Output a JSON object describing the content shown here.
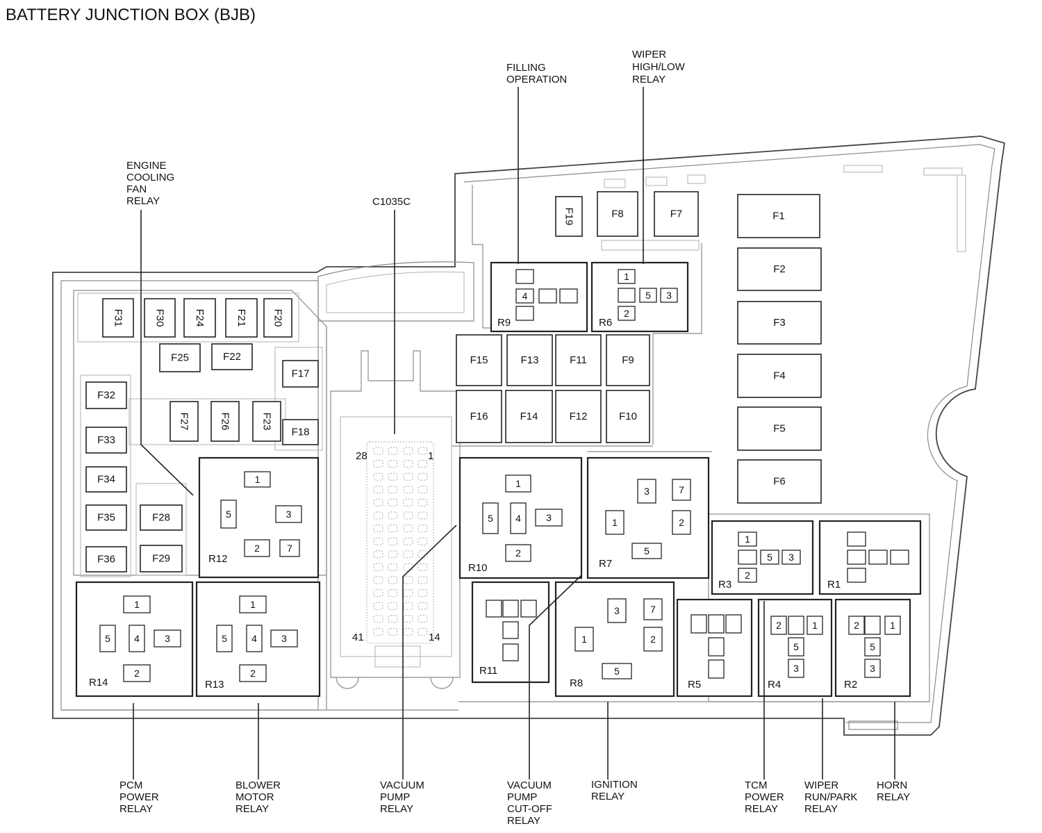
{
  "title": "BATTERY JUNCTION BOX (BJB)",
  "callouts": {
    "engine_cooling_fan_relay": [
      "ENGINE",
      "COOLING",
      "FAN",
      "RELAY"
    ],
    "c1035c": [
      "C1035C"
    ],
    "filling_operation": [
      "FILLING",
      "OPERATION"
    ],
    "wiper_high_low_relay": [
      "WIPER",
      "HIGH/LOW",
      "RELAY"
    ],
    "pcm_power_relay": [
      "PCM",
      "POWER",
      "RELAY"
    ],
    "blower_motor_relay": [
      "BLOWER",
      "MOTOR",
      "RELAY"
    ],
    "vacuum_pump_relay": [
      "VACUUM",
      "PUMP",
      "RELAY"
    ],
    "vacuum_pump_cut_off_relay": [
      "VACUUM",
      "PUMP",
      "CUT-OFF",
      "RELAY"
    ],
    "ignition_relay": [
      "IGNITION",
      "RELAY"
    ],
    "tcm_power_relay": [
      "TCM",
      "POWER",
      "RELAY"
    ],
    "wiper_run_park_relay": [
      "WIPER",
      "RUN/PARK",
      "RELAY"
    ],
    "horn_relay": [
      "HORN",
      "RELAY"
    ]
  },
  "fuses": [
    "F1",
    "F2",
    "F3",
    "F4",
    "F5",
    "F6",
    "F7",
    "F8",
    "F9",
    "F10",
    "F11",
    "F12",
    "F13",
    "F14",
    "F15",
    "F16",
    "F17",
    "F18",
    "F19",
    "F20",
    "F21",
    "F22",
    "F23",
    "F24",
    "F25",
    "F26",
    "F27",
    "F28",
    "F29",
    "F30",
    "F31",
    "F32",
    "F33",
    "F34",
    "F35",
    "F36"
  ],
  "relays": {
    "R1": {
      "label": "R1",
      "pins": [
        "",
        "",
        "",
        "",
        ""
      ]
    },
    "R2": {
      "label": "R2",
      "pins": [
        "2",
        "",
        "1",
        "5",
        "3"
      ]
    },
    "R3": {
      "label": "R3",
      "pins": [
        "1",
        "",
        "5",
        "3",
        "2"
      ]
    },
    "R4": {
      "label": "R4",
      "pins": [
        "2",
        "",
        "1",
        "5",
        "3"
      ]
    },
    "R5": {
      "label": "R5",
      "pins": [
        "",
        "",
        "",
        "",
        ""
      ]
    },
    "R6": {
      "label": "R6",
      "pins": [
        "1",
        "",
        "5",
        "3",
        "2"
      ]
    },
    "R7": {
      "label": "R7",
      "pins": [
        "3",
        "7",
        "1",
        "2",
        "5"
      ]
    },
    "R8": {
      "label": "R8",
      "pins": [
        "3",
        "7",
        "1",
        "2",
        "5"
      ]
    },
    "R9": {
      "label": "R9",
      "pins": [
        "",
        "4",
        "",
        "",
        ""
      ]
    },
    "R10": {
      "label": "R10",
      "pins": [
        "1",
        "5",
        "4",
        "3",
        "2"
      ]
    },
    "R11": {
      "label": "R11",
      "pins": [
        "",
        "",
        "",
        "",
        ""
      ]
    },
    "R12": {
      "label": "R12",
      "pins": [
        "1",
        "5",
        "3",
        "2",
        "7"
      ]
    },
    "R13": {
      "label": "R13",
      "pins": [
        "1",
        "5",
        "4",
        "3",
        "2"
      ]
    },
    "R14": {
      "label": "R14",
      "pins": [
        "1",
        "5",
        "4",
        "3",
        "2"
      ]
    }
  },
  "connector": {
    "pin_numbers": [
      "28",
      "1",
      "41",
      "14"
    ]
  }
}
